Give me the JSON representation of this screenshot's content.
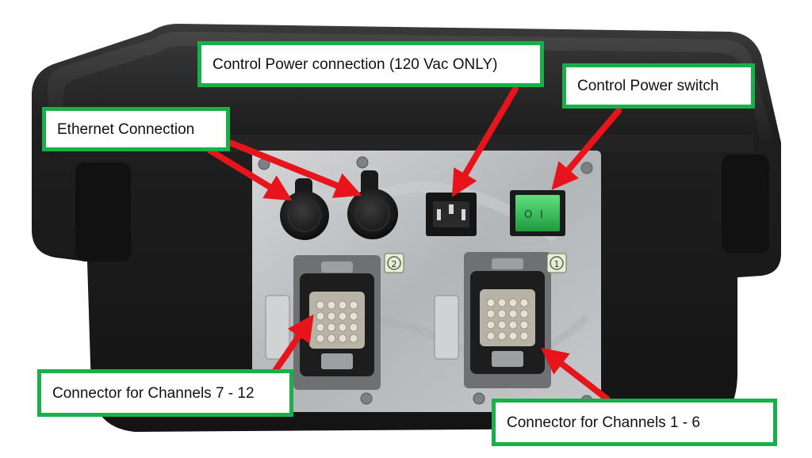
{
  "callouts": {
    "control_power_connection": "Control Power connection (120 Vac ONLY)",
    "control_power_switch": "Control Power switch",
    "ethernet_connection": "Ethernet Connection",
    "connector_7_12": "Connector for Channels 7 - 12",
    "connector_1_6": "Connector for Channels 1 - 6"
  },
  "port_labels": {
    "left_number": "2",
    "right_number": "1"
  },
  "switch_marks": {
    "off": "O",
    "on": "I"
  },
  "colors": {
    "callout_border": "#19b04a",
    "arrow": "#e8141b",
    "case": "#1e1e1e",
    "panel": "#b9bcbf",
    "switch": "#2fbf55"
  }
}
